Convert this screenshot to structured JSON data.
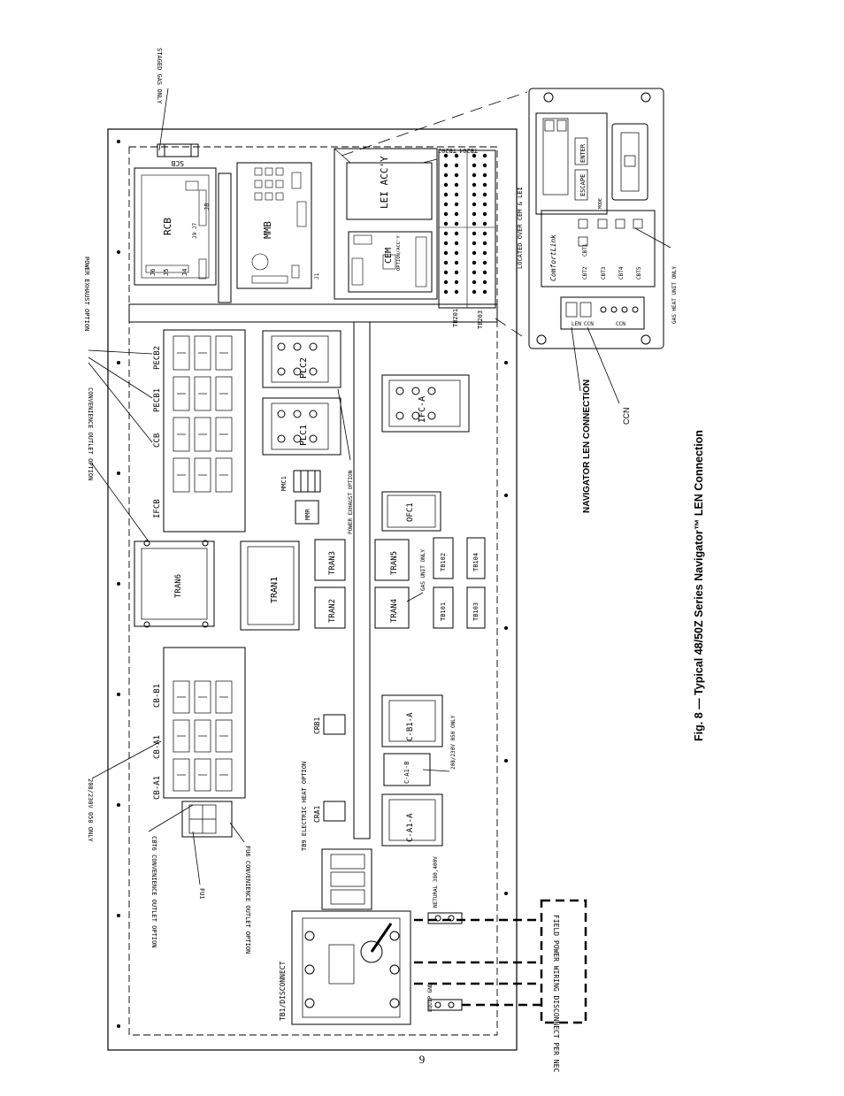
{
  "figure": {
    "caption": "Fig. 8 — Typical 48/50Z Series Navigator™ LEN Connection",
    "page_number": "9"
  },
  "callouts": {
    "staged_gas_only": "STAGED GAS ONLY",
    "power_exhaust_option": "POWER EXHAUST OPTION",
    "convenience_outlet_option": "CONVENIENCE OUTLET OPTION",
    "v208_230_050_only": "208/230V 050 ONLY",
    "cbt6_convenience": "CBT6 CONVENIENCE OUTLET OPTION",
    "fu1": "FU1",
    "fu6_convenience": "FU6 CONVENIENCE OUTLET OPTION",
    "tb9_electric_heat": "TB9 ELECTRIC HEAT OPTION",
    "tb1_disconnect": "TB1/DISCONNECT",
    "netural": "NETURAL 380,400V",
    "equip_gnd": "EQUIP GND",
    "field_power": "FIELD POWER WIRING DISCONNECT PER NEC",
    "power_exhaust_option_2": "POWER EXHAUST OPTION",
    "gas_unit_only": "GAS UNIT ONLY",
    "v208_230_050_only_2": "208/230V 050 ONLY",
    "located_over": "LOCATED OVER CEM & LEI",
    "gas_heat_unit_only": "GAS HEAT UNIT ONLY",
    "navigator_len": "NAVIGATOR LEN CONNECTION",
    "ccn": "CCN"
  },
  "components": {
    "scb": "SCB",
    "rcb": "RCB",
    "mmb": "MMB",
    "lei": "LEI ACC'Y",
    "cem": "CEM",
    "cem_sub": "OPTION/ACC'Y",
    "tb204": "TB204",
    "tb202": "TB202",
    "tb201": "TB201",
    "tb203": "TB203",
    "pecb2": "PECB2",
    "pecb1": "PECB1",
    "ccb": "CCB",
    "ifcb": "IFCB",
    "plc2": "PLC2",
    "plc1": "PLC1",
    "ifc_a": "IFC-A",
    "mmc1": "MMC1",
    "mmr": "MMR",
    "ofc1": "OFC1",
    "tran6": "TRAN6",
    "tran1": "TRAN1",
    "tran3": "TRAN3",
    "tran2": "TRAN2",
    "tran5": "TRAN5",
    "tran4": "TRAN4",
    "tb101": "TB101",
    "tb102": "TB102",
    "tb103": "TB103",
    "tb104": "TB104",
    "cb_b1": "CB-B1",
    "cb_a1": "CB-A1",
    "cb_a1b": "CB-A1",
    "crb1": "CRB1",
    "cra1": "CRA1",
    "c_b1_a": "C-B1-A",
    "c_a1_b": "C-A1-B",
    "c_a1_a": "C-A1-A",
    "j6": "J6",
    "j5": "J5",
    "j4": "J4",
    "j8": "J8",
    "j9_j7": "J9 J7",
    "j1": "J1"
  },
  "navigator": {
    "escape": "ESCAPE",
    "enter": "ENTER",
    "mode": "MODE",
    "brand": "ComfortLink",
    "cbt1": "CBT1",
    "cbt2": "CBT2",
    "cbt3": "CBT3",
    "cbt4": "CBT4",
    "cbt5": "CBT5",
    "len": "LEN",
    "ccn_port": "CCN",
    "ccn_port2": "CCN"
  }
}
